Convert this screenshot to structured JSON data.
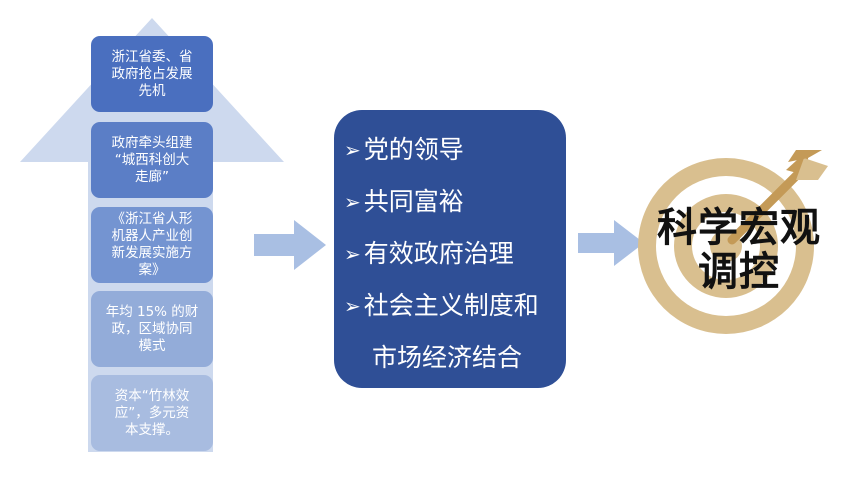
{
  "flow_steps": [
    {
      "text": "浙江省委、省\n政府抢占发展\n先机"
    },
    {
      "text": "政府牵头组建\n“城西科创大\n走廊”"
    },
    {
      "text": "《浙江省人形\n机器人产业创\n新发展实施方\n案》"
    },
    {
      "text": "年均 15% 的财\n政，区域协同\n模式"
    },
    {
      "text": "资本“竹林效\n应”，多元资\n本支撑。"
    }
  ],
  "center_box": {
    "bullet_mark": "➢",
    "items": [
      "党的领导",
      "共同富裕",
      "有效政府治理",
      "社会主义制度和",
      "市场经济结合"
    ]
  },
  "target": {
    "title_line1": "科学宏观",
    "title_line2": "调控",
    "icon": "target-icon"
  },
  "colors": {
    "up_arrow": "#cdd9ee",
    "center_box": "#2f4f96",
    "right_arrow": "#a9bfe3",
    "target_ring": "#d9bf8f",
    "target_dark": "#c49a57"
  }
}
